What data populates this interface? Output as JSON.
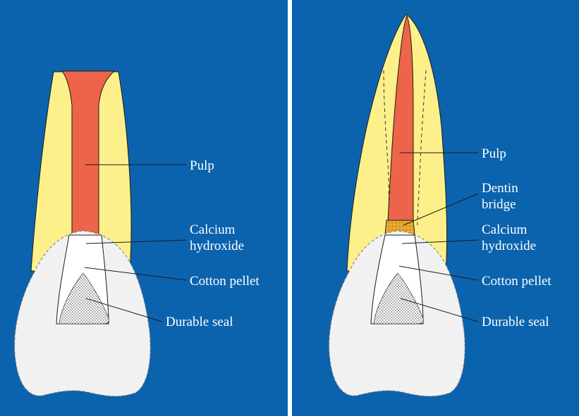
{
  "colors": {
    "background": "#0b63ad",
    "divider": "#ffffff",
    "dentin": "#fdf08a",
    "pulp": "#ec6449",
    "crown": "#f1f1f1",
    "crown_highlight": "#ffffff",
    "dentin_bridge": "#e6a52a",
    "seal_dots": "#444444",
    "leader_lines": "#1b1b1b",
    "label_text": "#ffffff"
  },
  "panels": [
    {
      "name": "before",
      "labels": {
        "pulp": "Pulp",
        "calcium_line1": "Calcium",
        "calcium_line2": "hydroxide",
        "cotton_pellet": "Cotton pellet",
        "durable_seal": "Durable seal"
      }
    },
    {
      "name": "after",
      "labels": {
        "pulp": "Pulp",
        "dentin_line1": "Dentin",
        "dentin_line2": "bridge",
        "calcium_line1": "Calcium",
        "calcium_line2": "hydroxide",
        "cotton_pellet": "Cotton pellet",
        "durable_seal": "Durable seal"
      }
    }
  ]
}
